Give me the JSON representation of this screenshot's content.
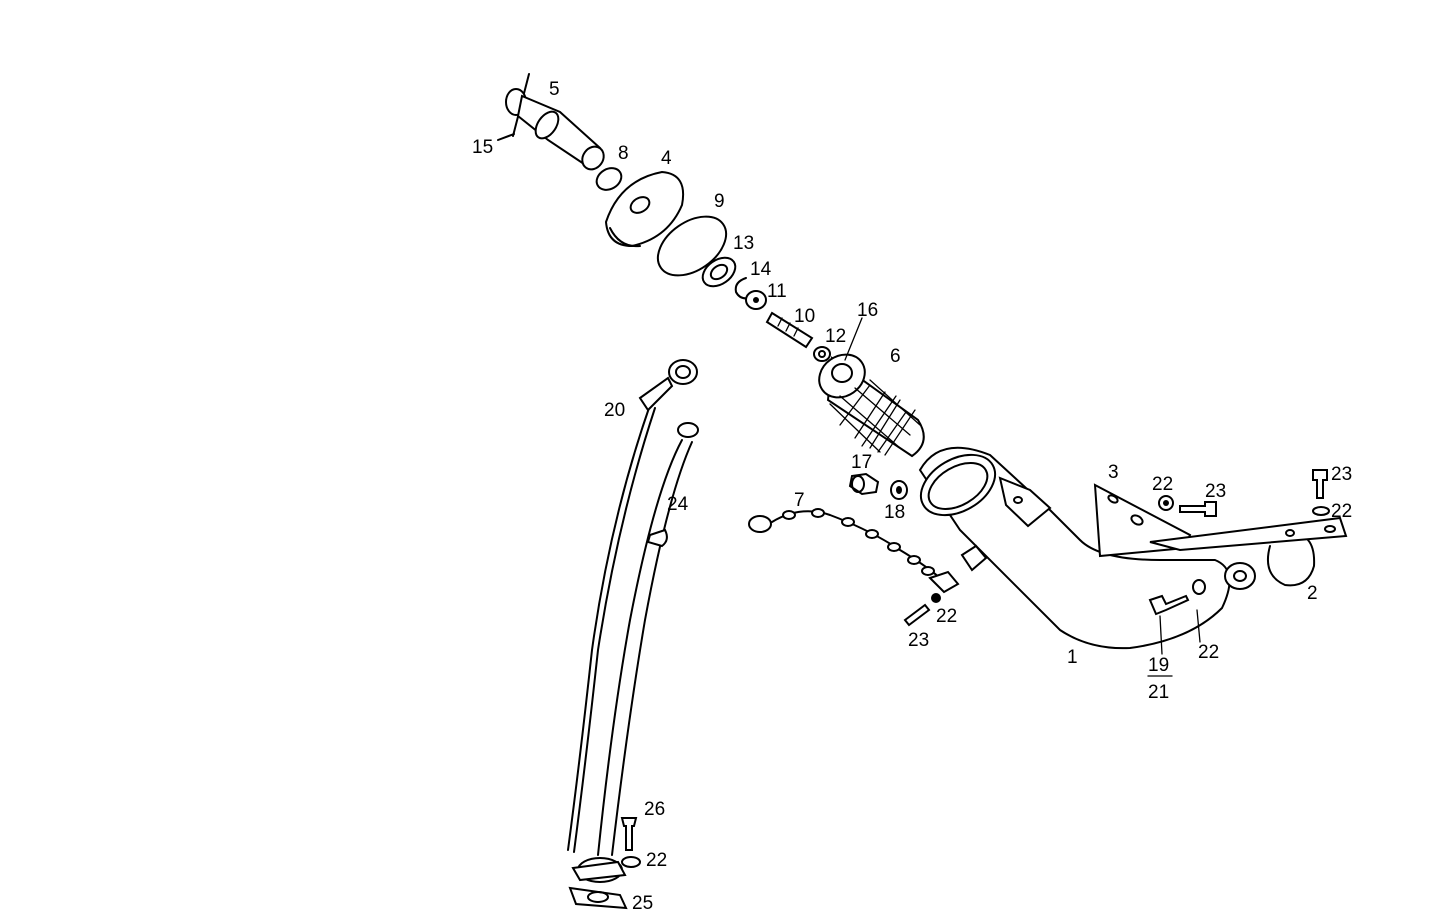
{
  "callouts": {
    "c1": "1",
    "c2": "2",
    "c3": "3",
    "c4": "4",
    "c5": "5",
    "c6": "6",
    "c7": "7",
    "c8": "8",
    "c9": "9",
    "c10": "10",
    "c11": "11",
    "c12": "12",
    "c13": "13",
    "c14": "14",
    "c15": "15",
    "c16": "16",
    "c17": "17",
    "c18": "18",
    "c19": "19",
    "c21": "21",
    "c20": "20",
    "c24": "24",
    "c26": "26",
    "c25": "25",
    "c22": "22",
    "c23": "23"
  },
  "colors": {
    "ink": "#000000",
    "paper": "#ffffff"
  }
}
